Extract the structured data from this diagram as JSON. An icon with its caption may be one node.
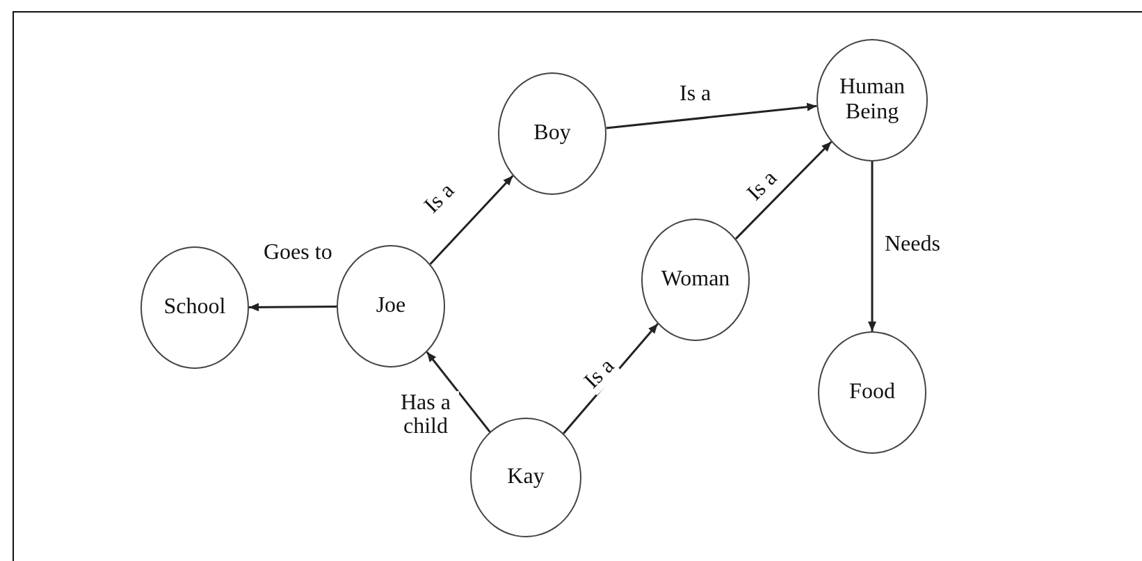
{
  "diagram": {
    "nodes": [
      {
        "text": [
          "Boy"
        ]
      },
      {
        "text": [
          "Human Being"
        ]
      },
      {
        "text": [
          "School"
        ]
      },
      {
        "text": [
          "Joe"
        ]
      },
      {
        "text": [
          "Woman"
        ]
      },
      {
        "text": [
          "Food"
        ]
      },
      {
        "text": [
          "Kay"
        ]
      }
    ],
    "edges": [
      {
        "from": 3,
        "to": 0,
        "label": "Is a",
        "arrow": "to"
      },
      {
        "from": 0,
        "to": 1,
        "label": "Is a",
        "arrow": "to"
      },
      {
        "from": 3,
        "to": 2,
        "label": "Goes to",
        "arrow": "to"
      },
      {
        "from": 4,
        "to": 1,
        "label": "Is a",
        "arrow": "to"
      },
      {
        "from": 1,
        "to": 5,
        "label": "Needs",
        "arrow": "to"
      },
      {
        "from": 6,
        "to": 3,
        "label": "Has a child",
        "arrow": "to"
      },
      {
        "from": 6,
        "to": 4,
        "label": "Is a",
        "arrow": "to"
      }
    ]
  }
}
